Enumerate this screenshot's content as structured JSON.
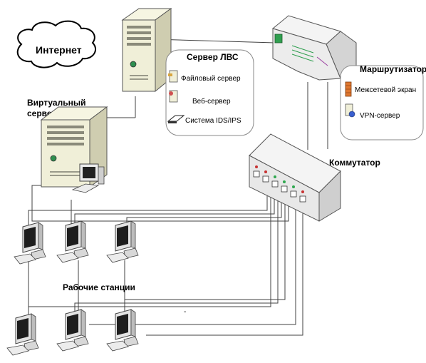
{
  "labels": {
    "internet": "Интернет",
    "virtual_server": [
      "Виртуальный",
      "сервер"
    ],
    "lan_server_title": "Сервер ЛВС",
    "file_server": "Файловый сервер",
    "web_server": "Веб-сервер",
    "ids_ips": "Система IDS/IPS",
    "router_title": "Маршрутизатор",
    "firewall": "Межсетевой экран",
    "vpn_server": "VPN-сервер",
    "switch_title": "Коммутатор",
    "workstations": "Рабочие станции",
    "dash": "-"
  },
  "colors": {
    "line": "#404040",
    "device_body": "#f0efd8",
    "device_shade": "#cfcdb0",
    "switch_body": "#e8e8e8",
    "firewall_orange": "#e07830",
    "port_green": "#2fa84f",
    "port_red": "#c83232"
  }
}
